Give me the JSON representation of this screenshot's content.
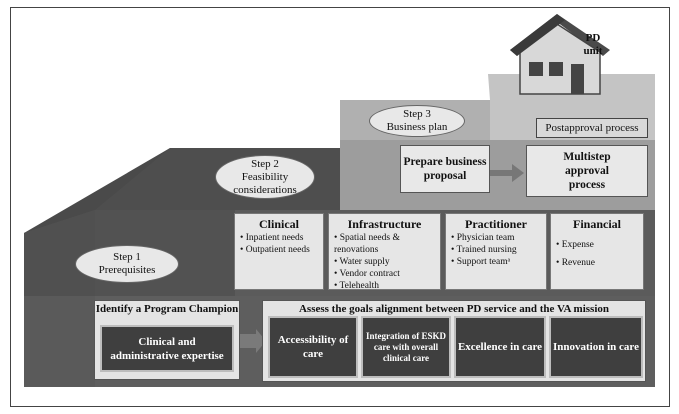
{
  "step1": {
    "label": "Step 1",
    "title": "Prerequisites"
  },
  "step2": {
    "label": "Step 2",
    "title": "Feasibility considerations"
  },
  "step3": {
    "label": "Step 3",
    "title": "Business plan"
  },
  "house": {
    "label": "PD unit"
  },
  "postapproval": "Postapproval process",
  "prepare": "Prepare business proposal",
  "multistep": "Multistep approval process",
  "categories": [
    {
      "title": "Clinical",
      "items": [
        "Inpatient needs",
        "Outpatient needs"
      ]
    },
    {
      "title": "Infrastructure",
      "items": [
        "Spatial needs & renovations",
        "Water supply",
        "Vendor contract",
        "Telehealth"
      ]
    },
    {
      "title": "Practitioner",
      "items": [
        "Physician team",
        "Trained nursing",
        "Support teamᵃ"
      ]
    },
    {
      "title": "Financial",
      "items": [
        "Expense",
        "Revenue"
      ]
    }
  ],
  "champion": {
    "title": "Identify a Program Champion",
    "box": "Clinical and administrative expertise"
  },
  "goals": {
    "title": "Assess the goals alignment between PD service and the VA mission",
    "items": [
      "Accessibility of care",
      "Integration of ESKD care with overall clinical care",
      "Excellence in care",
      "Innovation in care"
    ]
  },
  "colors": {
    "dark": "#3f3f3f",
    "mid": "#5a5a5a",
    "light": "#b3b3b3",
    "lighter": "#c8c8c8"
  }
}
